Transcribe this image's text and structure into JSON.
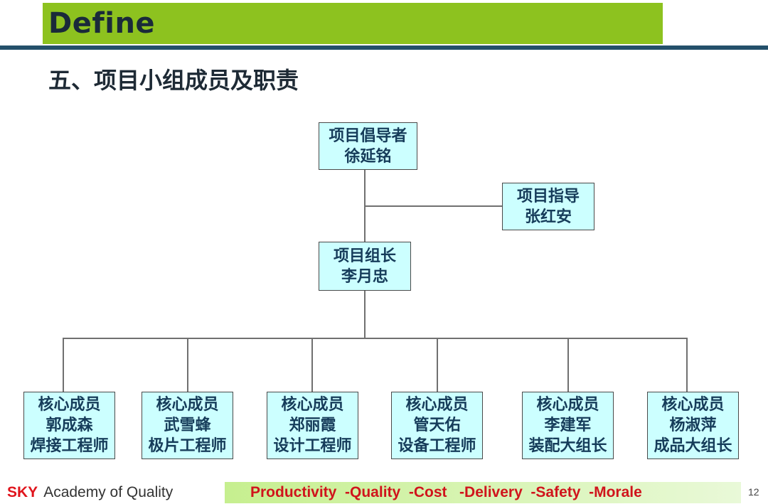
{
  "header": {
    "title": "Define",
    "section_title": "五、项目小组成员及职责"
  },
  "org_chart": {
    "sponsor": {
      "role": "项目倡导者",
      "name": "徐延铭"
    },
    "advisor": {
      "role": "项目指导",
      "name": "张红安"
    },
    "leader": {
      "role": "项目组长",
      "name": "李月忠"
    },
    "members": [
      {
        "role": "核心成员",
        "name": "郭成森",
        "title": "焊接工程师"
      },
      {
        "role": "核心成员",
        "name": "武雪蜂",
        "title": "极片工程师"
      },
      {
        "role": "核心成员",
        "name": "郑丽霞",
        "title": "设计工程师"
      },
      {
        "role": "核心成员",
        "name": "管天佑",
        "title": "设备工程师"
      },
      {
        "role": "核心成员",
        "name": "李建军",
        "title": "装配大组长"
      },
      {
        "role": "核心成员",
        "name": "杨淑萍",
        "title": "成品大组长"
      }
    ],
    "box_fill": "#ccffff",
    "text_color": "#163c5a"
  },
  "footer": {
    "brand_sky": "SKY",
    "brand_rest": "Academy of Quality",
    "slogan": "Productivity  -Quality  -Cost   -Delivery  -Safety  -Morale",
    "page_number": "12",
    "accent_red": "#e0141c",
    "bar_green": "#c6ef8f"
  },
  "colors": {
    "banner_green": "#8dc21f",
    "rule_navy": "#24506b"
  }
}
